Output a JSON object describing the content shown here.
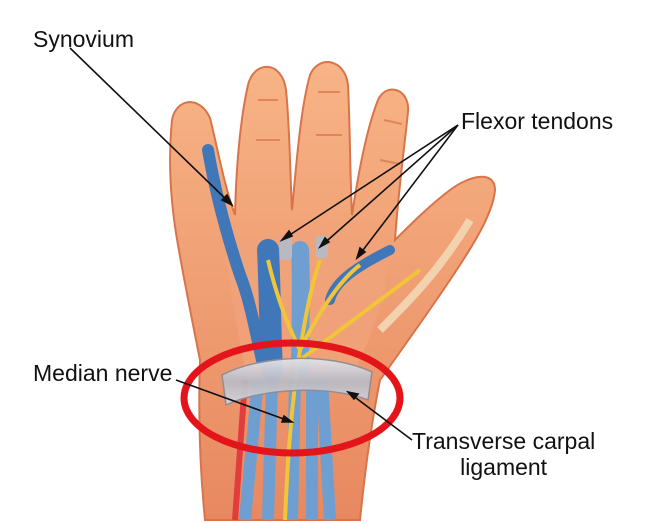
{
  "labels": {
    "synovium": "Synovium",
    "flexor_tendons": "Flexor tendons",
    "median_nerve": "Median nerve",
    "transverse_line1": "Transverse carpal",
    "transverse_line2": "ligament"
  },
  "colors": {
    "skin": "#f2a070",
    "skin_dark": "#d9744a",
    "synovium_blue": "#3f77b8",
    "nerve_yellow": "#f1c43a",
    "ligament_gray": "#c9c9cf",
    "highlight_red": "#e3151b",
    "leader_line": "#111111"
  }
}
